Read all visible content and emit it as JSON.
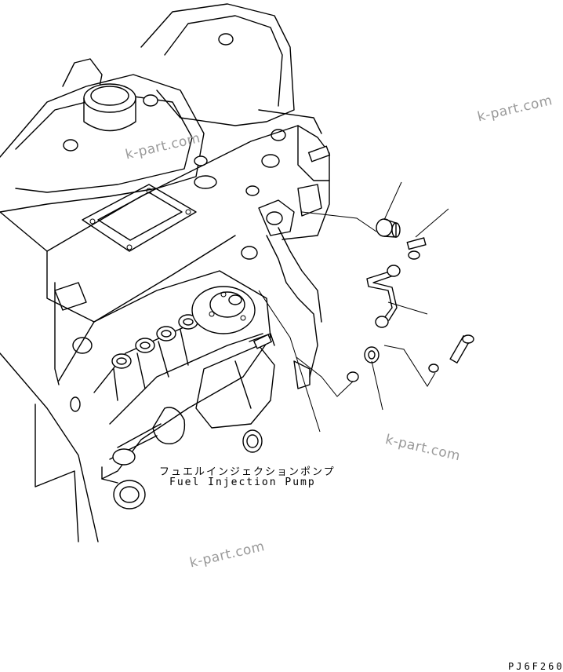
{
  "watermarks": [
    "k-part.com",
    "k-part.com",
    "k-part.com",
    "k-part.com"
  ],
  "part_label": {
    "japanese": "フュエルインジェクションポンプ",
    "english": "Fuel Injection Pump"
  },
  "drawing_code": "PJ6F260"
}
